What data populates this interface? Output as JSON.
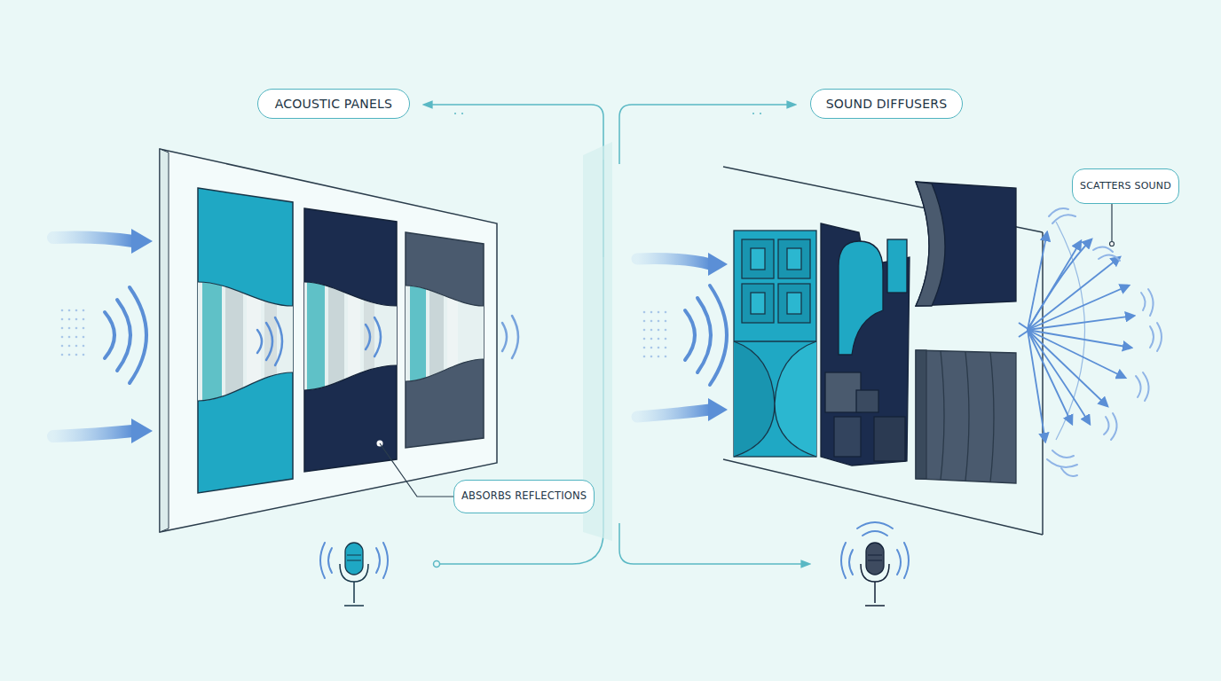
{
  "diagram": {
    "nodes": [
      {
        "text": [
          "ACOUSTIC PANELS"
        ]
      },
      {
        "text": [
          "SOUND DIFFUSERS"
        ]
      },
      {
        "text": [
          "SCATTERS SOUND"
        ]
      },
      {
        "text": [
          "ABSORBS REFLECTIONS"
        ]
      }
    ]
  }
}
